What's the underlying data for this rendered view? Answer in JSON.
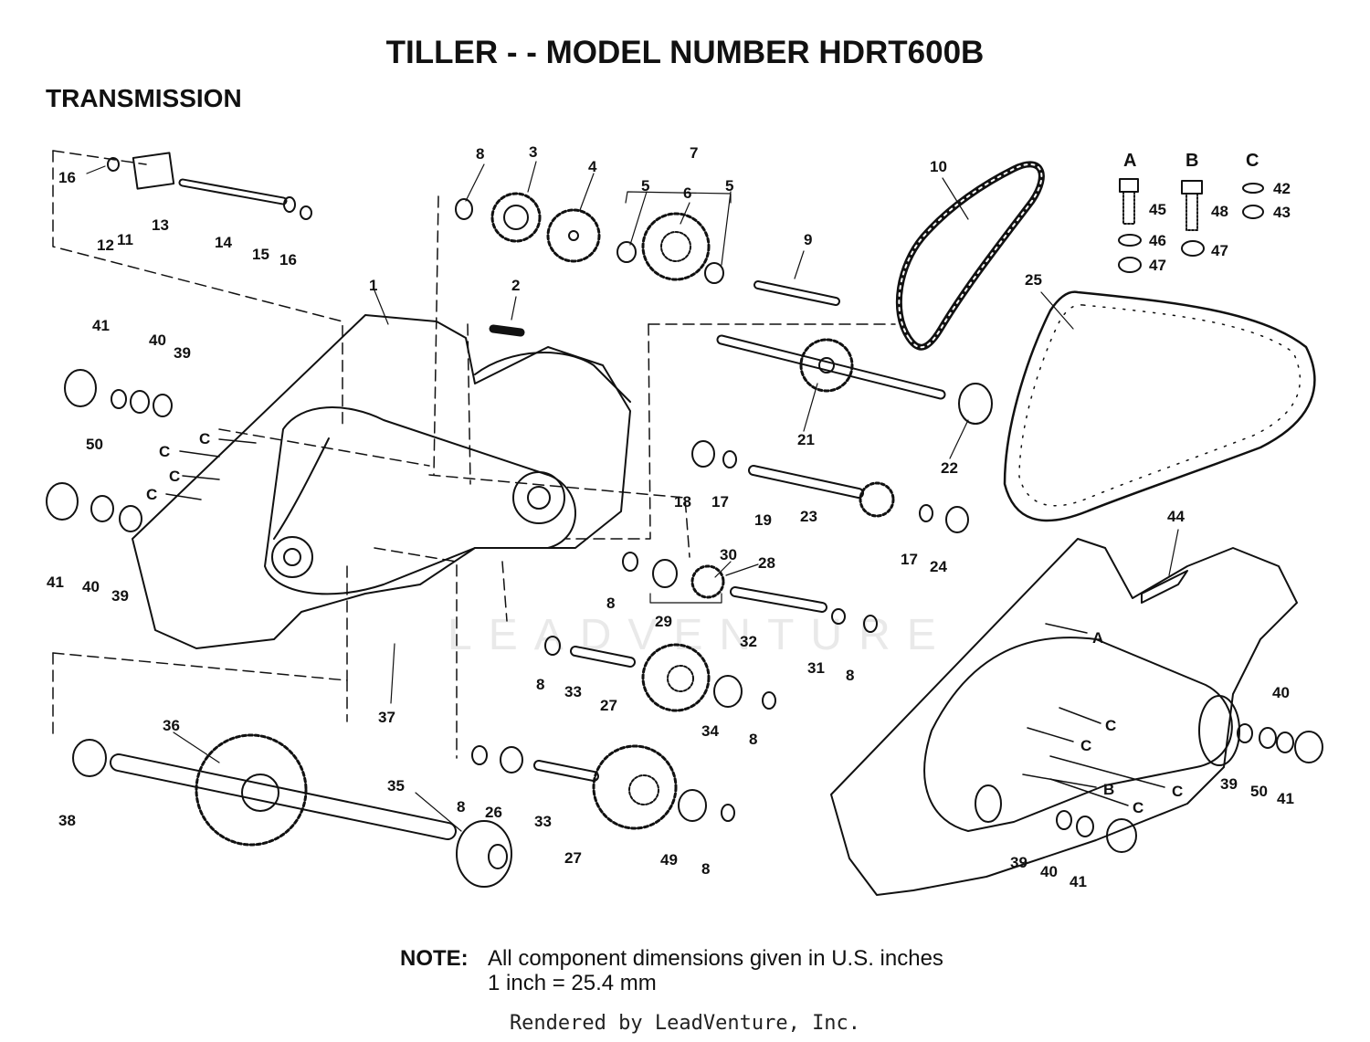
{
  "title": "TILLER - - MODEL NUMBER HDRT600B",
  "section": "TRANSMISSION",
  "note": {
    "label": "NOTE:",
    "line1": "All component dimensions given in U.S. inches",
    "line2": "1 inch = 25.4 mm"
  },
  "footer": "Rendered by LeadVenture, Inc.",
  "watermark": "LEADVENTURE",
  "hardware_groups": [
    "A",
    "B",
    "C"
  ],
  "flow_marks": [
    "C",
    "C",
    "C",
    "C",
    "A",
    "C",
    "C",
    "B",
    "C",
    "C"
  ],
  "callouts": [
    "16",
    "11",
    "12",
    "13",
    "14",
    "15",
    "16",
    "8",
    "3",
    "4",
    "5",
    "6",
    "7",
    "5",
    "9",
    "10",
    "45",
    "46",
    "47",
    "48",
    "47",
    "42",
    "43",
    "1",
    "2",
    "41",
    "40",
    "39",
    "50",
    "41",
    "40",
    "39",
    "21",
    "22",
    "25",
    "18",
    "17",
    "19",
    "23",
    "17",
    "24",
    "30",
    "28",
    "8",
    "29",
    "32",
    "31",
    "8",
    "44",
    "8",
    "33",
    "27",
    "34",
    "8",
    "37",
    "36",
    "38",
    "35",
    "8",
    "26",
    "33",
    "27",
    "49",
    "8",
    "40",
    "39",
    "50",
    "41",
    "39",
    "40",
    "41"
  ]
}
